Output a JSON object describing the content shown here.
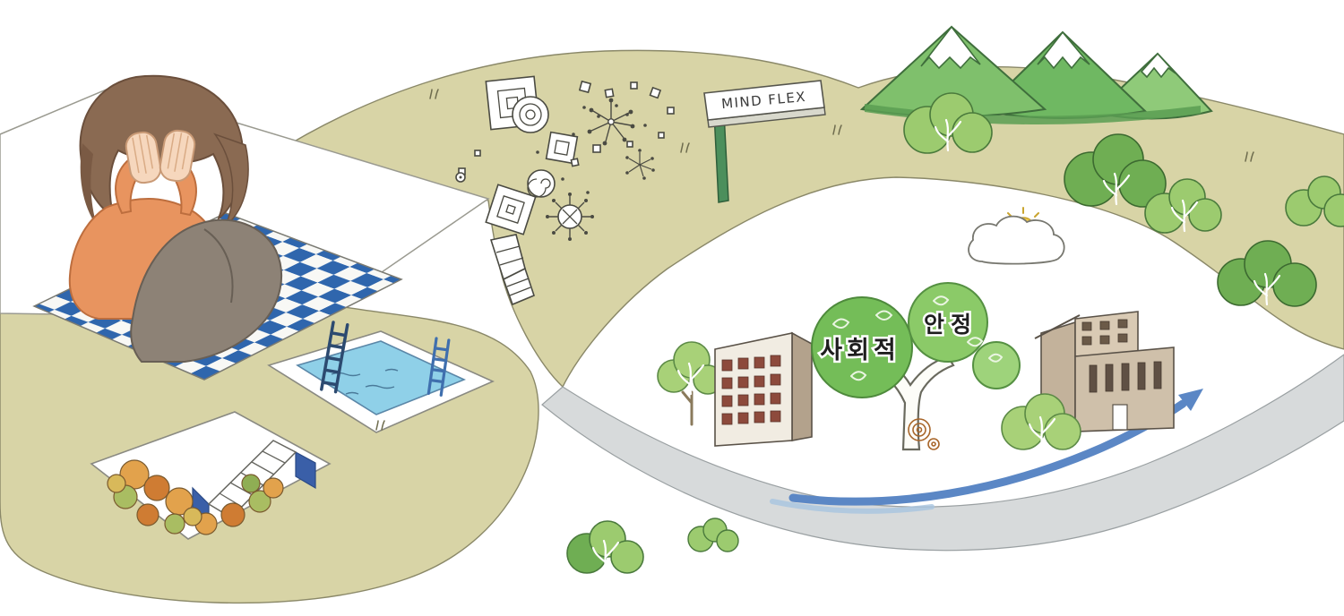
{
  "illustration": {
    "signpost_label": "MIND FLEX",
    "tree_label_left": "사회적",
    "tree_label_right": "안정"
  },
  "colors": {
    "ground_olive": "#d8d4a6",
    "road_gray": "#d7dadb",
    "arrow_blue": "#5b87c5",
    "water_blue": "#8fd0e8",
    "blanket_blue": "#2f66ad",
    "sweater_orange": "#e8945f",
    "pants_gray": "#8d8276",
    "hair_brown": "#8a6a52",
    "foliage_green": "#74bd58",
    "foliage_light": "#9ccb6f",
    "foliage_dark": "#6fae53",
    "autumn_orange": "#e2a24c",
    "mountain_green": "#7fc06c",
    "sun_yellow": "#f6cf4e",
    "sign_post_green": "#4c8f5c",
    "pit_wall_blue": "#3a5fa8"
  }
}
